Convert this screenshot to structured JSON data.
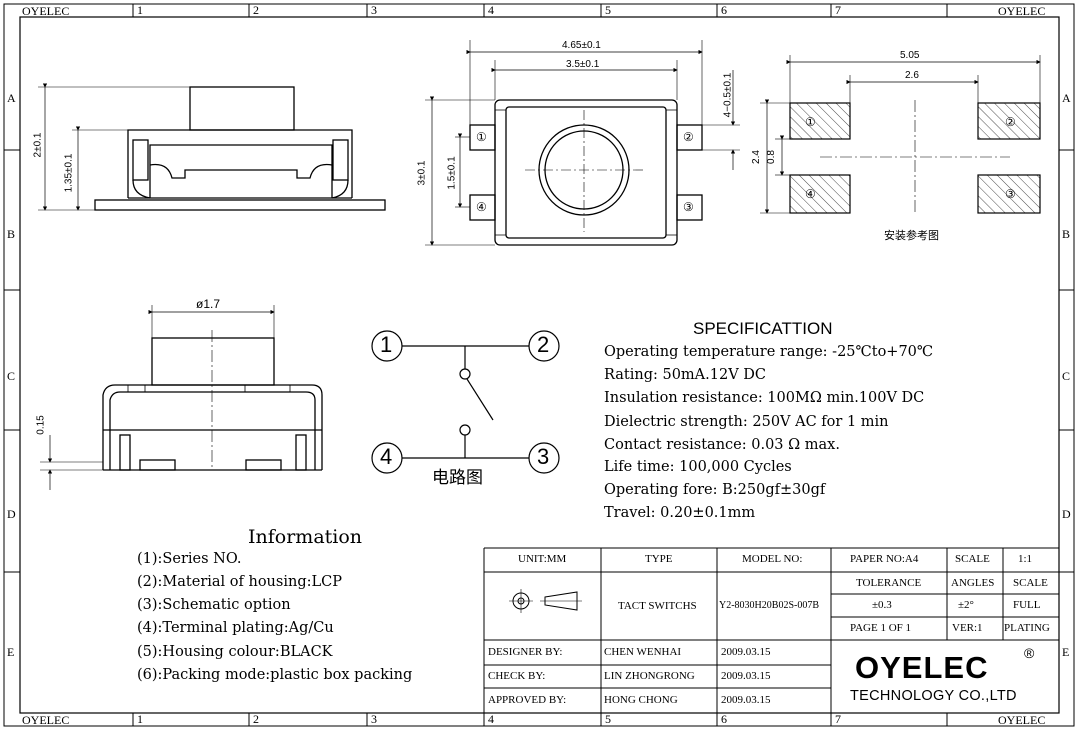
{
  "frame": {
    "corner_label": "OYELEC",
    "columns": [
      "1",
      "2",
      "3",
      "4",
      "5",
      "6",
      "7"
    ],
    "rows": [
      "A",
      "B",
      "C",
      "D",
      "E"
    ]
  },
  "dimensions": {
    "side_height_total": "2±0.1",
    "side_height_body": "1.35±0.1",
    "top_width_outer": "4.65±0.1",
    "top_width_inner": "3.5±0.1",
    "top_terminal_offset": "4−0.5±0.1",
    "top_height_outer": "3±0.1",
    "top_height_inner": "1.5±0.1",
    "pad_width_outer": "5.05",
    "pad_width_inner": "2.6",
    "pad_height_outer": "2.4",
    "pad_height_inner": "0.8",
    "pad_caption": "安装参考图",
    "front_diameter": "ø1.7",
    "front_height": "0.15"
  },
  "pin_labels": [
    "①",
    "②",
    "④",
    "③"
  ],
  "schematic": {
    "caption": "电路图",
    "pins": [
      "1",
      "2",
      "4",
      "3"
    ]
  },
  "specification": {
    "title": "SPECIFICATTION",
    "lines": [
      "Operating temperature range: -25℃to+70℃",
      "Rating: 50mA.12V DC",
      "Insulation resistance: 100MΩ min.100V DC",
      "Dielectric strength: 250V AC for 1 min",
      "Contact resistance: 0.03 Ω max.",
      "Life time: 100,000 Cycles",
      "Operating fore: B:250gf±30gf",
      "Travel: 0.20±0.1mm"
    ]
  },
  "information": {
    "title": "Information",
    "lines": [
      "(1):Series NO.",
      "(2):Material of housing:LCP",
      "(3):Schematic option",
      "(4):Terminal plating:Ag/Cu",
      "(5):Housing colour:BLACK",
      "(6):Packing mode:plastic box packing"
    ]
  },
  "title_block": {
    "unit": "UNIT:MM",
    "type_header": "TYPE",
    "model_header": "MODEL NO:",
    "paper": "PAPER NO:A4",
    "scale_header": "SCALE",
    "scale_value": "1:1",
    "tolerance_header": "TOLERANCE",
    "angles_header": "ANGLES",
    "scale_header2": "SCALE",
    "type_value": "TACT SWITCHS",
    "model_value": "Y2-8030H20B02S-007B",
    "tolerance_value": "±0.3",
    "angles_value": "±2°",
    "scale_value2": "FULL",
    "page": "PAGE 1 OF 1",
    "ver": "VER:1",
    "plating": "PLATING",
    "designer_label": "DESIGNER BY:",
    "designer_name": "CHEN WENHAI",
    "designer_date": "2009.03.15",
    "check_label": "CHECK BY:",
    "check_name": "LIN ZHONGRONG",
    "check_date": "2009.03.15",
    "approved_label": "APPROVED BY:",
    "approved_name": "HONG CHONG",
    "approved_date": "2009.03.15"
  },
  "logo": {
    "brand": "OYELEC",
    "registered": "®",
    "subtitle": "TECHNOLOGY CO.,LTD"
  }
}
